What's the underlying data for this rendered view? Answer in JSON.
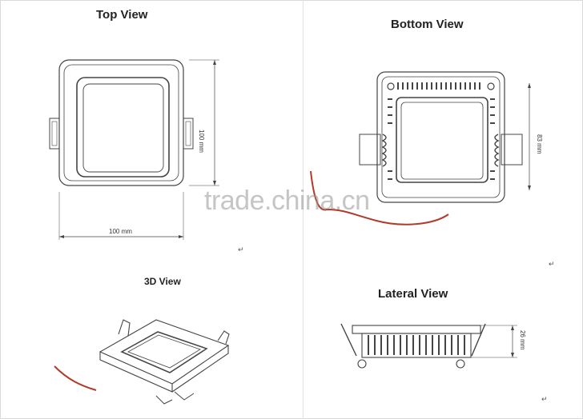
{
  "views": {
    "top": {
      "title": "Top View",
      "width_label": "100 mm",
      "height_label": "100 mm"
    },
    "bottom": {
      "title": "Bottom View",
      "height_label": "83 mm"
    },
    "three_d": {
      "title": "3D View"
    },
    "lateral": {
      "title": "Lateral View",
      "height_label": "26 mm"
    }
  },
  "watermark": "trade.china.cn",
  "paragraph_mark": "↵",
  "colors": {
    "line": "#444444",
    "wire": "#b23a2a",
    "watermark": "#969696"
  }
}
